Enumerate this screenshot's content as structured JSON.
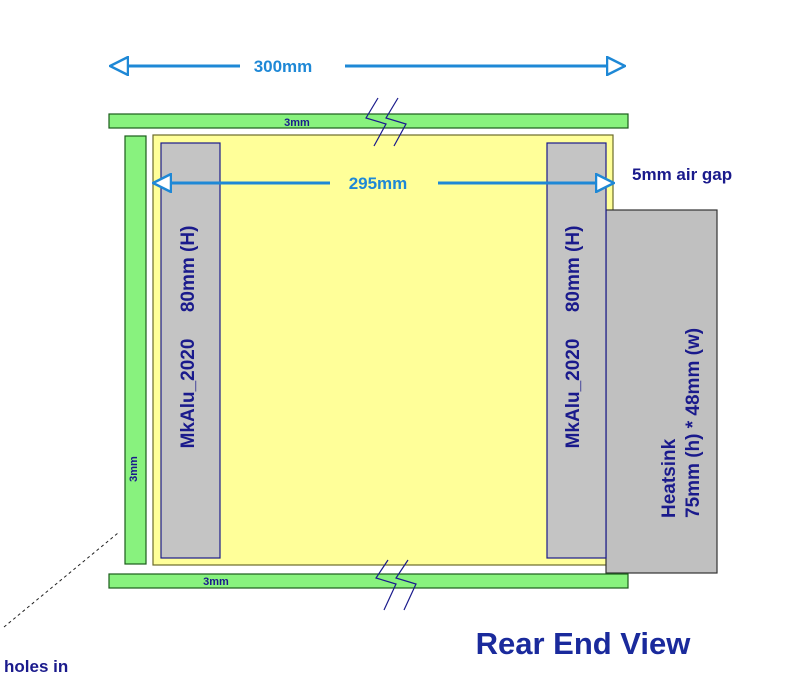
{
  "colors": {
    "plate_fill": "#88f27e",
    "plate_stroke": "#1a5c1a",
    "panel_fill": "#ffff99",
    "panel_stroke": "#6b6b2a",
    "profile_fill": "#c4c4c4",
    "profile_stroke": "#1a1a8c",
    "heatsink_fill": "#c0c0c0",
    "heatsink_stroke": "#333333",
    "dimension_blue": "#1e88d6",
    "text_navy": "#1a1a8c"
  },
  "labels": {
    "width_outer": "300mm",
    "width_inner": "295mm",
    "top_plate_thickness": "3mm",
    "bottom_plate_thickness": "3mm",
    "side_plate_thickness": "3mm",
    "air_gap": "5mm air gap",
    "left_profile": "MkAlu_2020     80mm (H)",
    "right_profile": "MkAlu_2020     80mm (H)",
    "heatsink_line1": "Heatsink",
    "heatsink_line2": "75mm (h) * 48mm (w)",
    "holes_note": "holes in",
    "view_title": "Rear End View"
  }
}
